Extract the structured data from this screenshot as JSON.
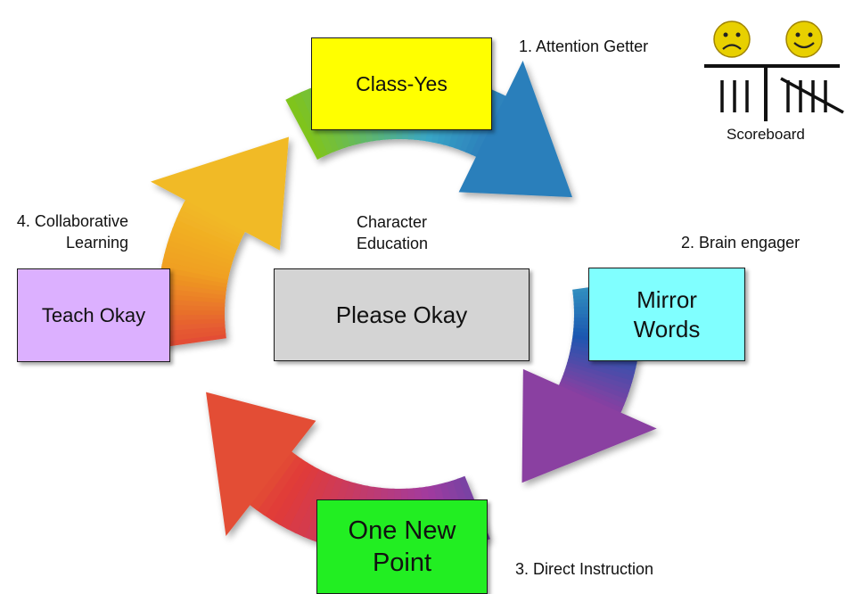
{
  "boxes": {
    "class_yes": {
      "text": "Class-Yes",
      "color": "#ffff00"
    },
    "mirror_words": {
      "text": "Mirror Words",
      "color": "#80ffff"
    },
    "one_new_point": {
      "text": "One New Point",
      "color": "#22ee22"
    },
    "teach_okay": {
      "text": "Teach Okay",
      "color": "#dcb0ff"
    },
    "please_okay": {
      "text": "Please Okay",
      "color": "#d4d4d4"
    }
  },
  "labels": {
    "attention_getter": "1. Attention Getter",
    "brain_engager": "2. Brain engager",
    "direct_instruction": "3. Direct Instruction",
    "collaborative_learning": "4. Collaborative Learning",
    "character_education": "Character Education"
  },
  "scoreboard": {
    "label": "Scoreboard",
    "sad_marks": 3,
    "happy_marks": 5,
    "face_color": "#e8d000"
  },
  "ring_colors": [
    "#7fc41e",
    "#3aa7c6",
    "#1c57b0",
    "#a23a9e",
    "#e03a3a",
    "#f0a020",
    "#f2c52a"
  ]
}
